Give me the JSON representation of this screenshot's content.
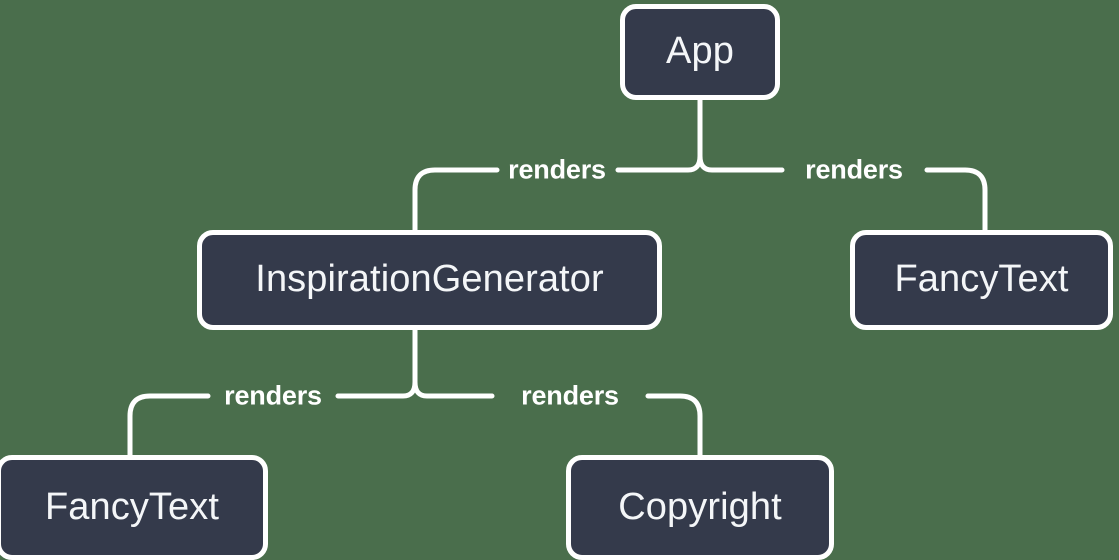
{
  "diagram": {
    "type": "component-tree",
    "background_color": "#4a6e4c",
    "node_fill_color": "#343a4b",
    "node_border_color": "#ffffff",
    "text_color": "#ffffff",
    "nodes": [
      {
        "id": "app",
        "label": "App"
      },
      {
        "id": "inspiration-generator",
        "label": "InspirationGenerator"
      },
      {
        "id": "fancy-text-right",
        "label": "FancyText"
      },
      {
        "id": "fancy-text-bottom",
        "label": "FancyText"
      },
      {
        "id": "copyright",
        "label": "Copyright"
      }
    ],
    "edges": [
      {
        "from": "app",
        "to": "inspiration-generator",
        "label": "renders"
      },
      {
        "from": "app",
        "to": "fancy-text-right",
        "label": "renders"
      },
      {
        "from": "inspiration-generator",
        "to": "fancy-text-bottom",
        "label": "renders"
      },
      {
        "from": "inspiration-generator",
        "to": "copyright",
        "label": "renders"
      }
    ],
    "edge_labels": {
      "app_to_inspiration": "renders",
      "app_to_fancytext": "renders",
      "inspiration_to_fancytext": "renders",
      "inspiration_to_copyright": "renders"
    }
  }
}
